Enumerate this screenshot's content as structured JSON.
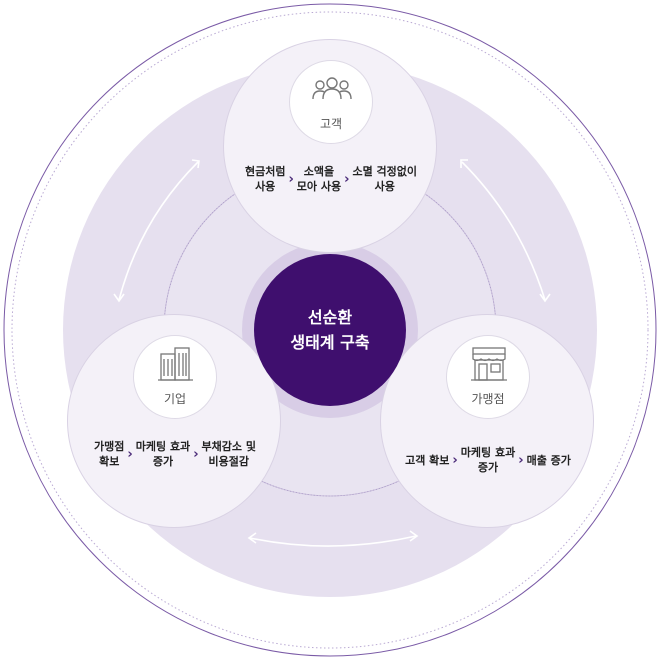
{
  "center": {
    "line1": "선순환",
    "line2": "생태계 구축"
  },
  "nodes": {
    "customer": {
      "label": "고객",
      "icon": "people-icon",
      "steps": [
        {
          "line1": "현금처럼",
          "line2": "사용"
        },
        {
          "line1": "소액을",
          "line2": "모아 사용"
        },
        {
          "line1": "소멸 걱정없이",
          "line2": "사용"
        }
      ]
    },
    "company": {
      "label": "기업",
      "icon": "building-icon",
      "steps": [
        {
          "line1": "가맹점",
          "line2": "확보"
        },
        {
          "line1": "마케팅 효과",
          "line2": "증가"
        },
        {
          "line1": "부채감소 및",
          "line2": "비용절감"
        }
      ]
    },
    "merchant": {
      "label": "가맹점",
      "icon": "storefront-icon",
      "steps": [
        {
          "line1": "고객 확보",
          "line2": ""
        },
        {
          "line1": "마케팅 효과",
          "line2": "증가"
        },
        {
          "line1": "매출 증가",
          "line2": ""
        }
      ]
    }
  },
  "colors": {
    "center": "#3f0f6e",
    "band": "#e6e0ef",
    "node": "#f4f1f8",
    "accent": "#4a2a78"
  }
}
